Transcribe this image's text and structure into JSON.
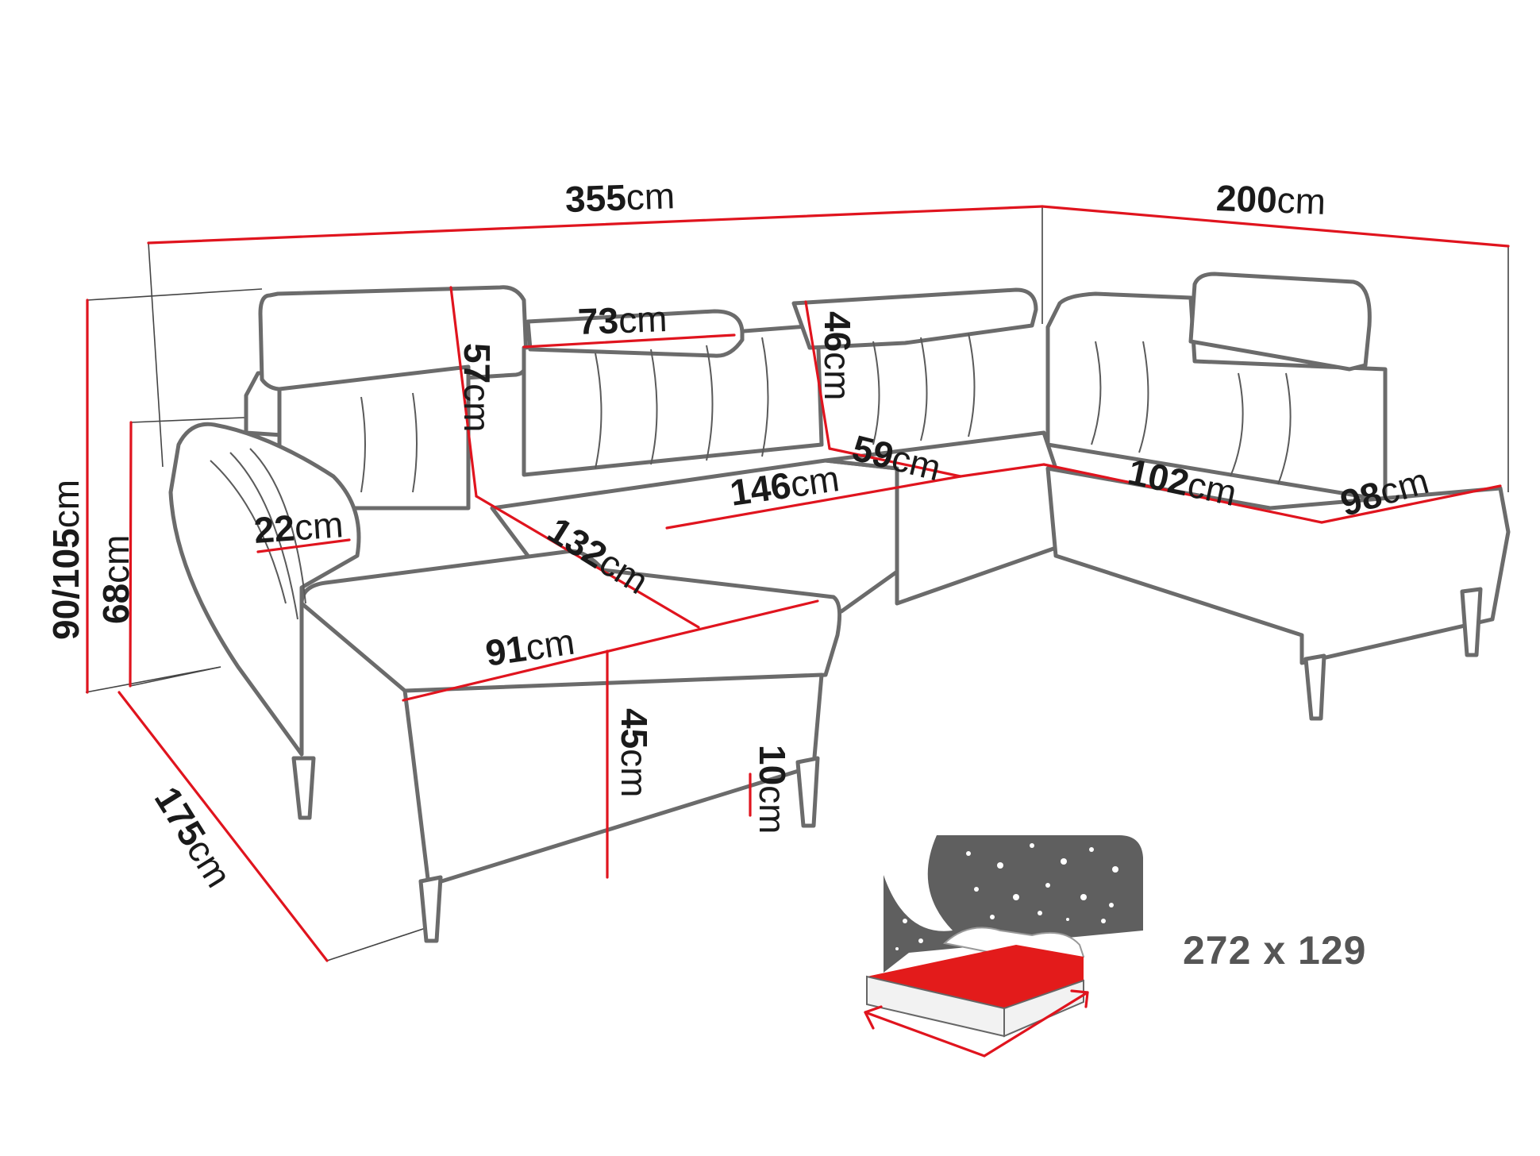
{
  "diagram": {
    "subject": "U-shaped corner sofa with adjustable headrests and sleeping function",
    "unit": "cm",
    "colors": {
      "dimension_line": "#e0141e",
      "outline": "#6b6b6b",
      "bed_icon_background": "#5f5f5f",
      "bed_mattress": "#e31b1b",
      "text": "#1a1a1a"
    },
    "dimensions": {
      "total_width": {
        "value": "355",
        "unit": "cm"
      },
      "right_depth": {
        "value": "200",
        "unit": "cm"
      },
      "headrest_width": {
        "value": "73",
        "unit": "cm"
      },
      "headrest_height": {
        "value": "57",
        "unit": "cm"
      },
      "backrest_height": {
        "value": "46",
        "unit": "cm"
      },
      "corner_seat_depth": {
        "value": "59",
        "unit": "cm"
      },
      "armrest_width": {
        "value": "22",
        "unit": "cm"
      },
      "chaise_length": {
        "value": "132",
        "unit": "cm"
      },
      "middle_seat_width": {
        "value": "146",
        "unit": "cm"
      },
      "right_seat_width": {
        "value": "102",
        "unit": "cm"
      },
      "right_end_depth": {
        "value": "98",
        "unit": "cm"
      },
      "total_height": {
        "value": "90/105",
        "unit": "cm"
      },
      "armrest_height": {
        "value": "68",
        "unit": "cm"
      },
      "chaise_width": {
        "value": "91",
        "unit": "cm"
      },
      "seat_height": {
        "value": "45",
        "unit": "cm"
      },
      "leg_height": {
        "value": "10",
        "unit": "cm"
      },
      "left_depth": {
        "value": "175",
        "unit": "cm"
      }
    },
    "sleeping_area": {
      "icon": "bed-with-stars-icon",
      "label": "272 x 129"
    }
  }
}
